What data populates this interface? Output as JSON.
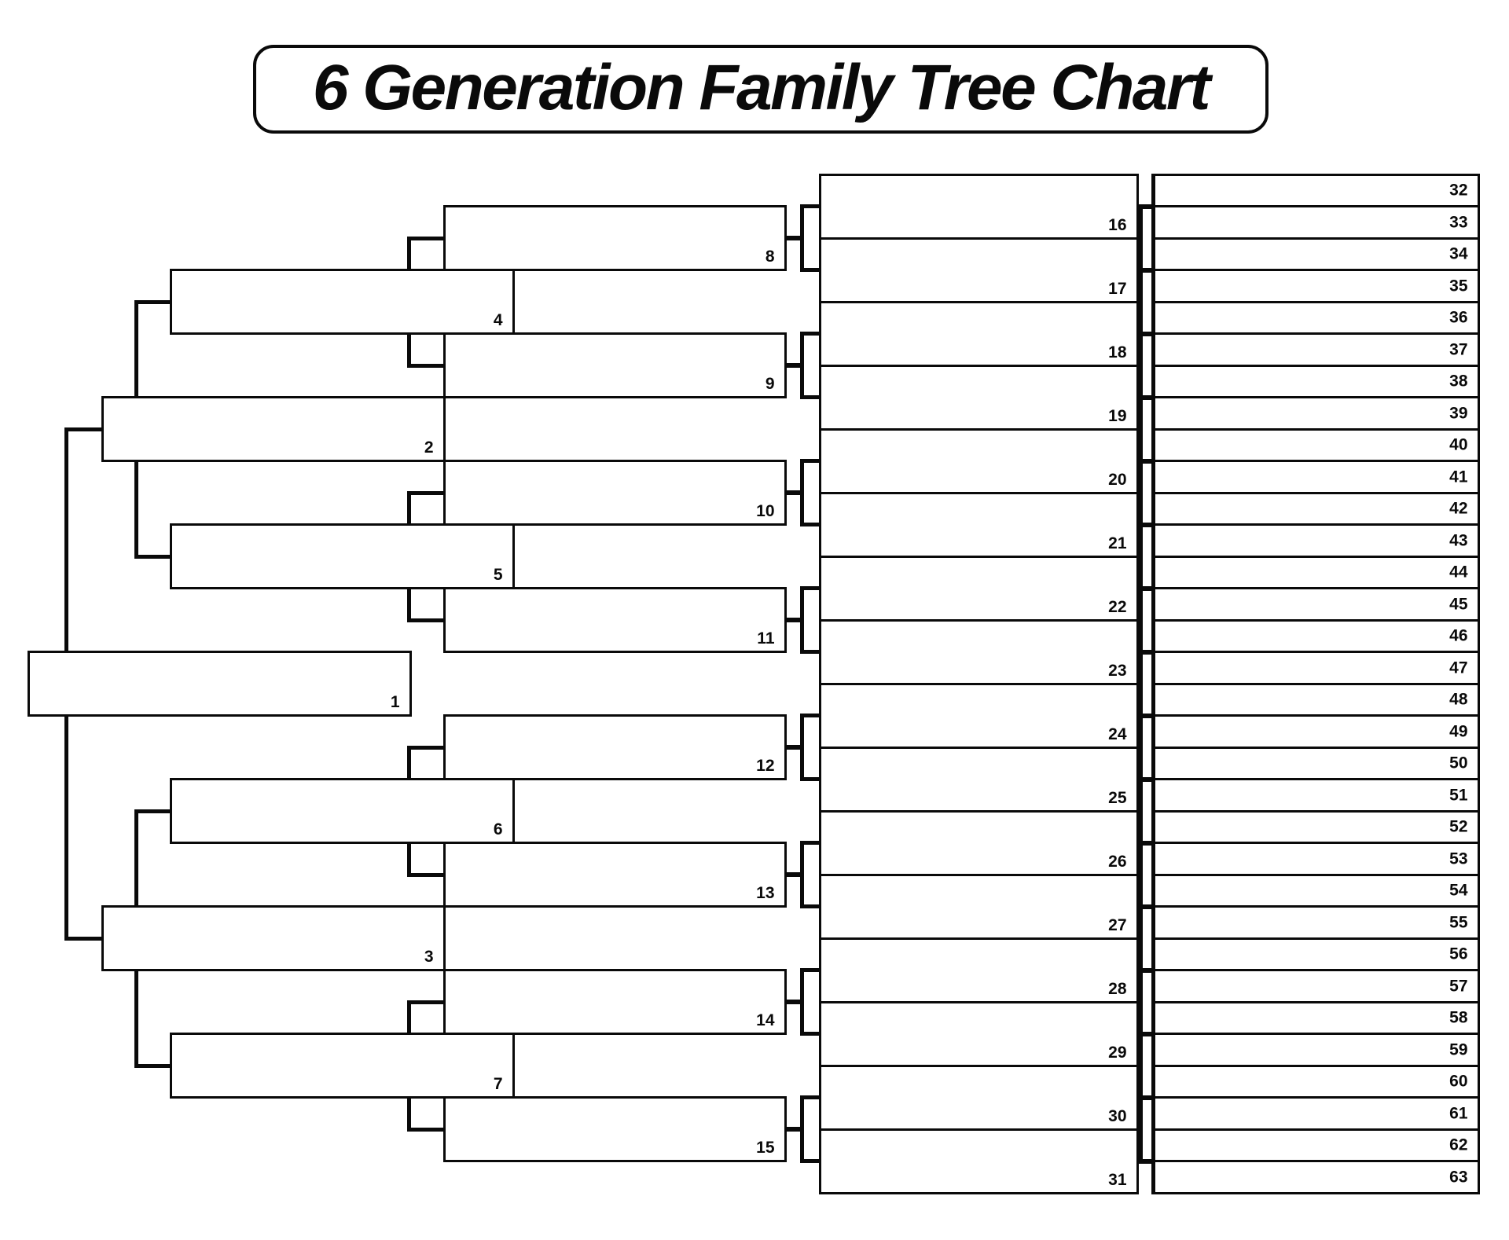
{
  "title": "6 Generation Family Tree Chart",
  "colors": {
    "line": "#0a0a0a",
    "background": "#ffffff"
  },
  "generations": [
    {
      "label": "generation-1",
      "numbers": [
        "1"
      ]
    },
    {
      "label": "generation-2",
      "numbers": [
        "2",
        "3"
      ]
    },
    {
      "label": "generation-3",
      "numbers": [
        "4",
        "5",
        "6",
        "7"
      ]
    },
    {
      "label": "generation-4",
      "numbers": [
        "8",
        "9",
        "10",
        "11",
        "12",
        "13",
        "14",
        "15"
      ]
    },
    {
      "label": "generation-5",
      "numbers": [
        "16",
        "17",
        "18",
        "19",
        "20",
        "21",
        "22",
        "23",
        "24",
        "25",
        "26",
        "27",
        "28",
        "29",
        "30",
        "31"
      ]
    },
    {
      "label": "generation-6",
      "numbers": [
        "32",
        "33",
        "34",
        "35",
        "36",
        "37",
        "38",
        "39",
        "40",
        "41",
        "42",
        "43",
        "44",
        "45",
        "46",
        "47",
        "48",
        "49",
        "50",
        "51",
        "52",
        "53",
        "54",
        "55",
        "56",
        "57",
        "58",
        "59",
        "60",
        "61",
        "62",
        "63"
      ]
    }
  ]
}
